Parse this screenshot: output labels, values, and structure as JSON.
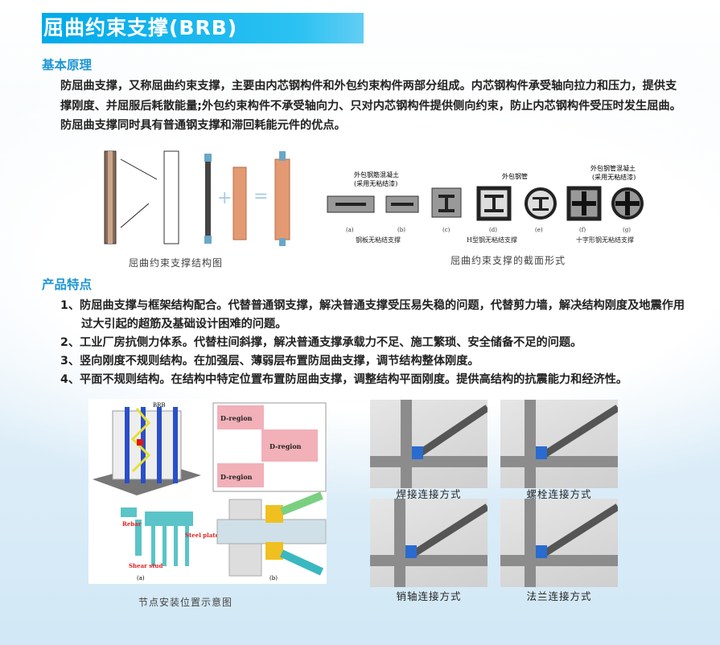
{
  "title": "屈曲约束支撑(BRB)",
  "principle": {
    "heading": "基本原理",
    "text": "防屈曲支撑，又称屈曲约束支撑，主要由内芯钢构件和外包约束构件两部分组成。内芯钢构件承受轴向拉力和压力，提供支撑刚度、并屈服后耗散能量;外包约束构件不承受轴向力、只对内芯钢构件提供侧向约束，防止内芯钢构件受压时发生屈曲。防屈曲支撑同时具有普通钢支撑和滞回耗能元件的优点。"
  },
  "figures": {
    "structure_caption": "屈曲约束支撑结构图",
    "section_caption": "屈曲约束支撑的截面形式",
    "section_labels": {
      "concrete": "外包钢筋混凝土",
      "unbonded": "(采用无粘结漆)",
      "tube": "外包钢管",
      "tube_concrete": "外包钢管混凝土",
      "unbonded2": "(采用无粘结漆)",
      "letters": [
        "(a)",
        "(b)",
        "(c)",
        "(d)",
        "(e)",
        "(f)",
        "(g)"
      ],
      "groups": [
        "钢板无粘结支撑",
        "H型钢无粘结支撑",
        "十字形钢无粘结支撑"
      ]
    }
  },
  "features": {
    "heading": "产品特点",
    "items": [
      "1、防屈曲支撑与框架结构配合。代替普通钢支撑，解决普通支撑受压易失稳的问题，代替剪力墙，解决结构刚度及地震作用过大引起的超筋及基础设计困难的问题。",
      "2、工业厂房抗侧力体系。代替柱间斜撑，解决普通支撑承载力不足、施工繁琐、安全储备不足的问题。",
      "3、竖向刚度不规则结构。在加强层、薄弱层布置防屈曲支撑，调节结构整体刚度。",
      "4、平面不规则结构。在结构中特定位置布置防屈曲支撑，调整结构平面刚度。提供高结构的抗震能力和经济性。"
    ]
  },
  "node_figure": {
    "caption": "节点安装位置示意图",
    "labels": {
      "brb": "BRB",
      "dregion": "D-region",
      "rebar": "Rebar",
      "steel_plate": "Steel plate",
      "shear_stud": "Shear stud",
      "a": "(a)",
      "b": "(b)"
    }
  },
  "connections": [
    "焊接连接方式",
    "螺栓连接方式",
    "销轴连接方式",
    "法兰连接方式"
  ]
}
